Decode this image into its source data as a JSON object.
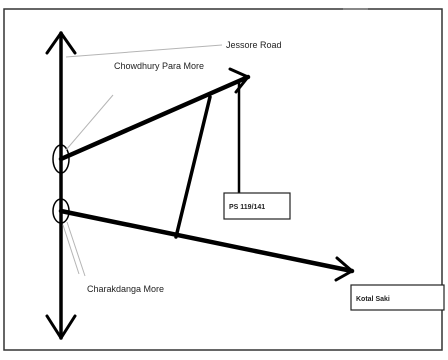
{
  "diagram": {
    "labels": {
      "jessore_road": "Jessore Road",
      "chowdhury_para_more": "Chowdhury Para More",
      "charakdanga_more": "Charakdanga More",
      "ps": "PS 119/141",
      "kotal_saki": "Kotal Saki"
    },
    "colors": {
      "line": "#000000",
      "pointer": "#b5b5b5",
      "frame": "#333333"
    }
  }
}
